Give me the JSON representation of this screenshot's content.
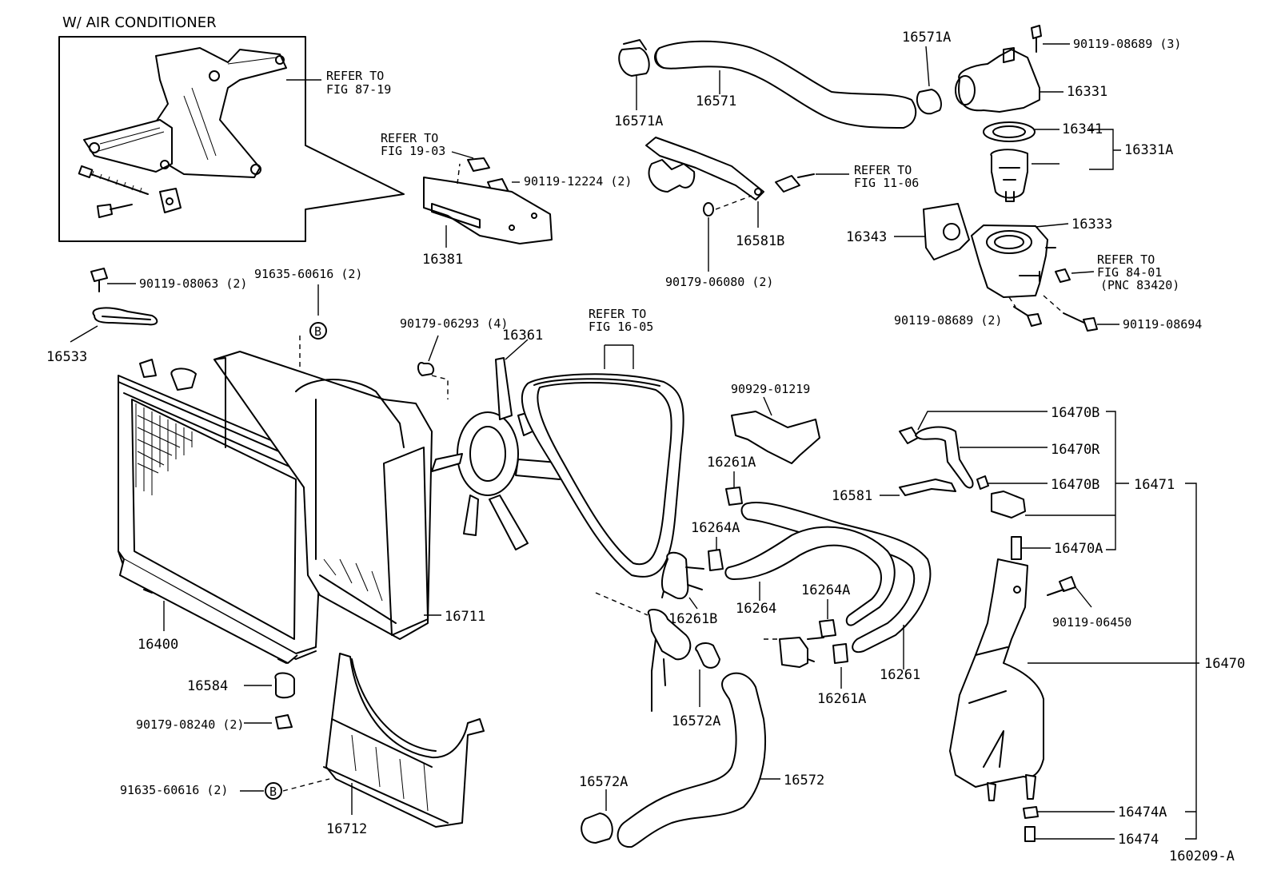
{
  "inset": {
    "title": "W/ AIR  CONDITIONER",
    "refer": [
      "REFER TO",
      "FIG 87-19"
    ]
  },
  "refs": {
    "r19": [
      "REFER TO",
      "FIG 19-03"
    ],
    "r11": [
      "REFER TO",
      "FIG 11-06"
    ],
    "r84": [
      "REFER TO",
      "FIG 84-01",
      "(PNC 83420)"
    ],
    "r16": [
      "REFER TO",
      "FIG 16-05"
    ]
  },
  "labels": {
    "p16571A_top": "16571A",
    "p16571A_left": "16571A",
    "p16571": "16571",
    "p90119_08689_3": "90119-08689 (3)",
    "p16331": "16331",
    "p16341": "16341",
    "p16331A": "16331A",
    "p16333": "16333",
    "p16343": "16343",
    "p90119_08689_2": "90119-08689 (2)",
    "p90119_08694": "90119-08694",
    "p90119_12224": "90119-12224 (2)",
    "p16381": "16381",
    "p16581B": "16581B",
    "p90179_06080": "90179-06080 (2)",
    "p90119_08063": "90119-08063 (2)",
    "p91635_60616_top": "91635-60616 (2)",
    "p16533": "16533",
    "p90179_06293": "90179-06293 (4)",
    "p16361": "16361",
    "p90929_01219": "90929-01219",
    "p16261A_top": "16261A",
    "p16264A_left": "16264A",
    "p16261B": "16261B",
    "p16264": "16264",
    "p16264A_right": "16264A",
    "p16261": "16261",
    "p16261A_bottom": "16261A",
    "p16572A_mid": "16572A",
    "p16572A_bottom": "16572A",
    "p16572": "16572",
    "p16711": "16711",
    "p16400": "16400",
    "p16584": "16584",
    "p90179_08240": "90179-08240 (2)",
    "p91635_60616_bottom": "91635-60616 (2)",
    "p16712": "16712",
    "p16470B_top": "16470B",
    "p16470R": "16470R",
    "p16581": "16581",
    "p16470B_mid": "16470B",
    "p16471": "16471",
    "p16470A": "16470A",
    "p90119_06450": "90119-06450",
    "p16470": "16470",
    "p16474A": "16474A",
    "p16474": "16474",
    "fig": "160209-A",
    "circleB": "B"
  }
}
